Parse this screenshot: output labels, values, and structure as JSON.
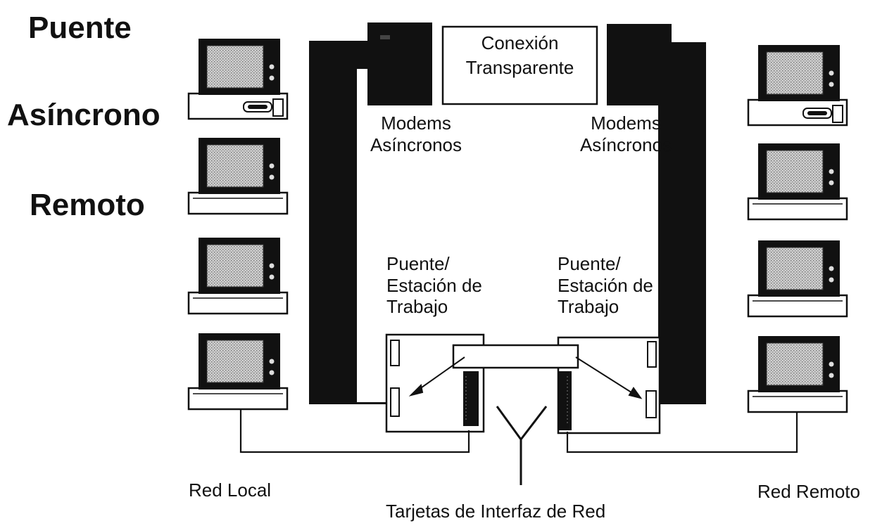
{
  "title": {
    "line1": "Puente",
    "line2": "Asíncrono",
    "line3": "Remoto"
  },
  "labels": {
    "transparent_connection": [
      "Conexión",
      "Transparente"
    ],
    "modems_left": [
      "Modems",
      "Asíncronos"
    ],
    "modems_right": [
      "Modems",
      "Asíncronos"
    ],
    "bridge_left": [
      "Puente/",
      "Estación de",
      "Trabajo"
    ],
    "bridge_right": [
      "Puente/",
      "Estación de",
      "Trabajo"
    ],
    "local_network": "Red Local",
    "remote_network": "Red Remoto",
    "nic": "Tarjetas de Interfaz de Red"
  },
  "icons": {
    "workstation": "computer-workstation-icon",
    "modem": "modem-icon",
    "bridge": "bridge-workstation-icon",
    "nic": "network-interface-card-icon"
  },
  "colors": {
    "ink": "#111111",
    "screen": "#bdbdbd",
    "background": "#ffffff"
  }
}
